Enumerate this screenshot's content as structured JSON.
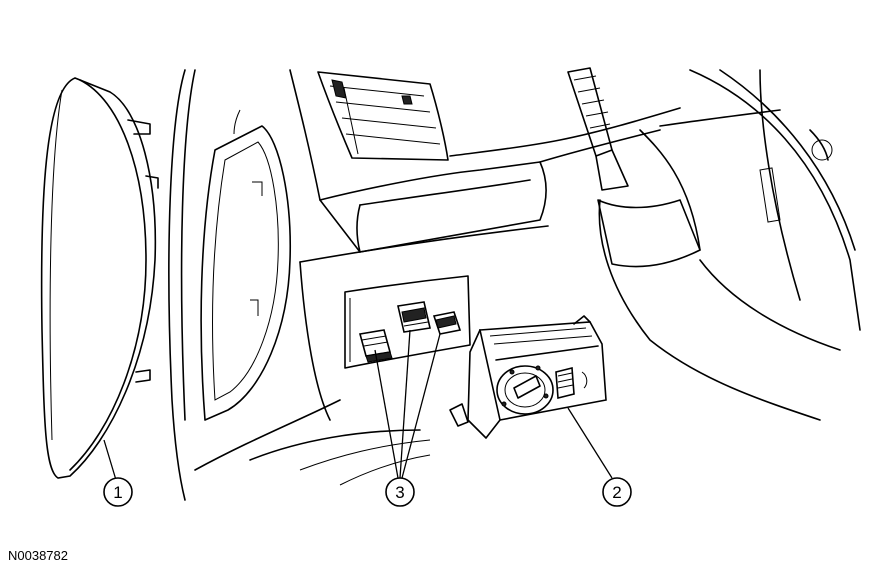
{
  "figure": {
    "id": "N0038782",
    "callouts": [
      {
        "number": "1"
      },
      {
        "number": "2"
      },
      {
        "number": "3"
      }
    ]
  }
}
